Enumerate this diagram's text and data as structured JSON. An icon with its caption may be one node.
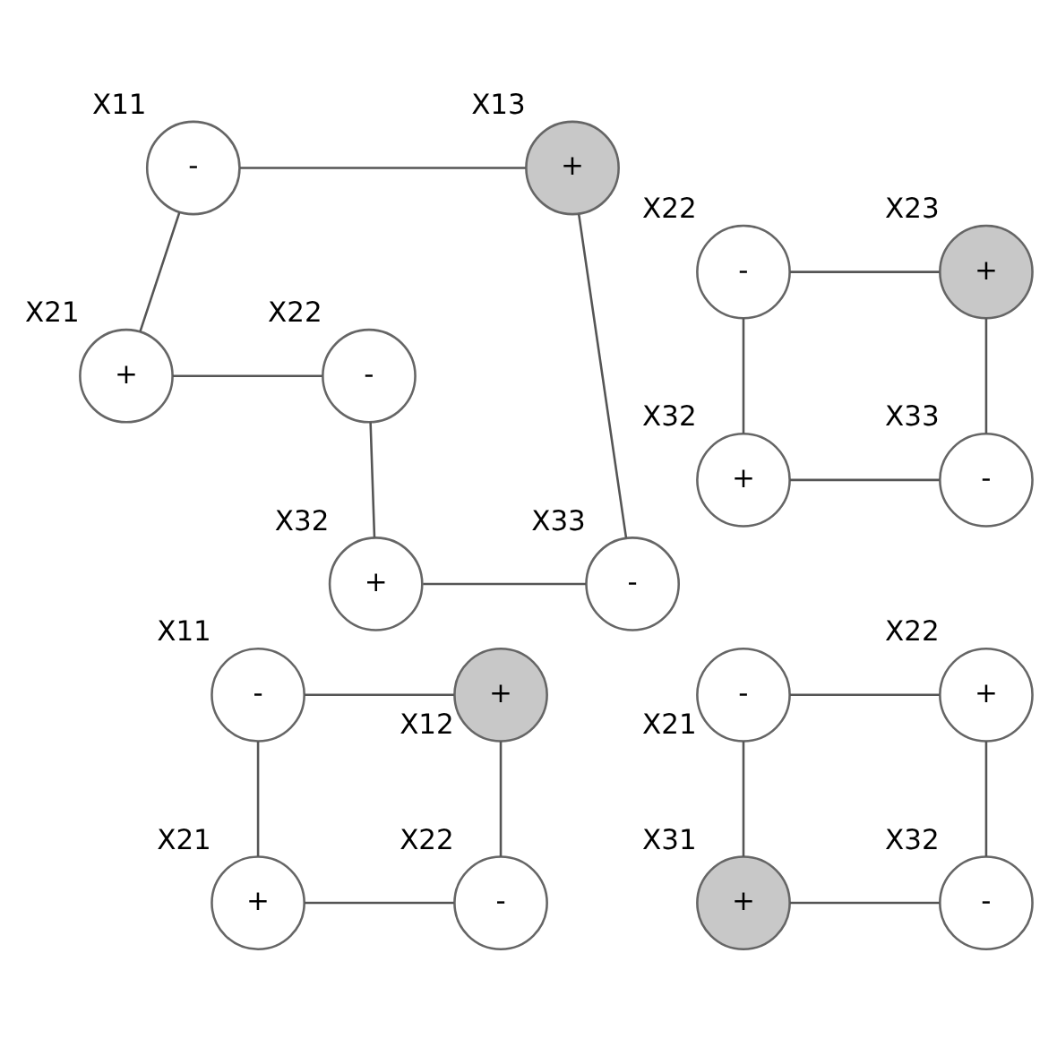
{
  "diagram": {
    "nodes": [
      {
        "text": [
          "-"
        ],
        "beside": [
          "X11"
        ]
      },
      {
        "text": [
          "+"
        ],
        "beside": [
          "X12"
        ]
      },
      {
        "text": [
          "+"
        ],
        "beside": [
          "X21"
        ]
      },
      {
        "text": [
          "-"
        ],
        "beside": [
          "X22"
        ]
      },
      {
        "text": [
          "-"
        ],
        "beside": [
          "X11"
        ]
      },
      {
        "text": [
          "+"
        ],
        "beside": [
          "X13"
        ]
      },
      {
        "text": [
          "+"
        ],
        "beside": [
          "X21"
        ]
      },
      {
        "text": [
          "-"
        ],
        "beside": [
          "X22"
        ]
      },
      {
        "text": [
          "+"
        ],
        "beside": [
          "X32"
        ]
      },
      {
        "text": [
          "-"
        ],
        "beside": [
          "X33"
        ]
      },
      {
        "text": [
          "-"
        ],
        "beside": [
          "X22"
        ]
      },
      {
        "text": [
          "+"
        ],
        "beside": [
          "X23"
        ]
      },
      {
        "text": [
          "+"
        ],
        "beside": [
          "X32"
        ]
      },
      {
        "text": [
          "-"
        ],
        "beside": [
          "X33"
        ]
      },
      {
        "text": [
          "-"
        ],
        "beside": [
          "X21"
        ]
      },
      {
        "text": [
          "+"
        ],
        "beside": [
          "X22"
        ]
      },
      {
        "text": [
          "+"
        ],
        "beside": [
          "X31"
        ]
      },
      {
        "text": [
          "-"
        ],
        "beside": [
          "X32"
        ]
      }
    ],
    "edges": [
      {
        "from": 0,
        "to": 1,
        "arrow": "none"
      },
      {
        "from": 0,
        "to": 2,
        "arrow": "none"
      },
      {
        "from": 1,
        "to": 3,
        "arrow": "none"
      },
      {
        "from": 2,
        "to": 3,
        "arrow": "none"
      },
      {
        "from": 4,
        "to": 5,
        "arrow": "none"
      },
      {
        "from": 4,
        "to": 6,
        "arrow": "none"
      },
      {
        "from": 6,
        "to": 7,
        "arrow": "none"
      },
      {
        "from": 7,
        "to": 8,
        "arrow": "none"
      },
      {
        "from": 5,
        "to": 9,
        "arrow": "none"
      },
      {
        "from": 8,
        "to": 9,
        "arrow": "none"
      },
      {
        "from": 10,
        "to": 11,
        "arrow": "none"
      },
      {
        "from": 10,
        "to": 12,
        "arrow": "none"
      },
      {
        "from": 11,
        "to": 13,
        "arrow": "none"
      },
      {
        "from": 12,
        "to": 13,
        "arrow": "none"
      },
      {
        "from": 14,
        "to": 15,
        "arrow": "none"
      },
      {
        "from": 14,
        "to": 16,
        "arrow": "none"
      },
      {
        "from": 15,
        "to": 17,
        "arrow": "none"
      },
      {
        "from": 16,
        "to": 17,
        "arrow": "none"
      }
    ]
  }
}
